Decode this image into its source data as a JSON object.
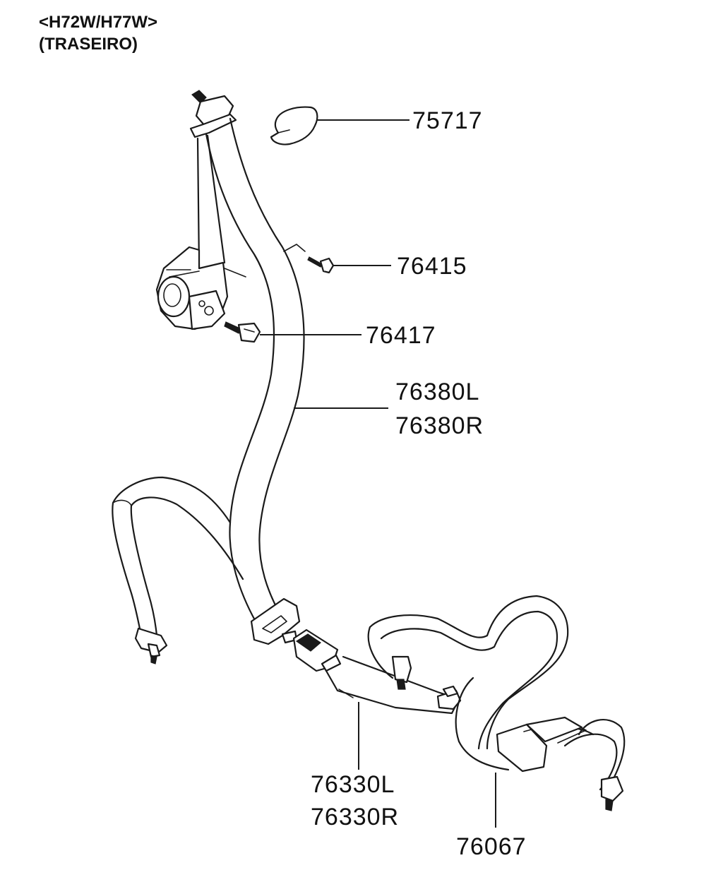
{
  "header": {
    "model": "<H72W/H77W>",
    "position": "(TRASEIRO)"
  },
  "parts": {
    "cover": "75717",
    "bolt_small": "76415",
    "bolt_retractor": "76417",
    "belt_left": "76380L",
    "belt_right": "76380R",
    "buckle_left": "76330L",
    "buckle_right": "76330R",
    "center_belt": "76067"
  }
}
